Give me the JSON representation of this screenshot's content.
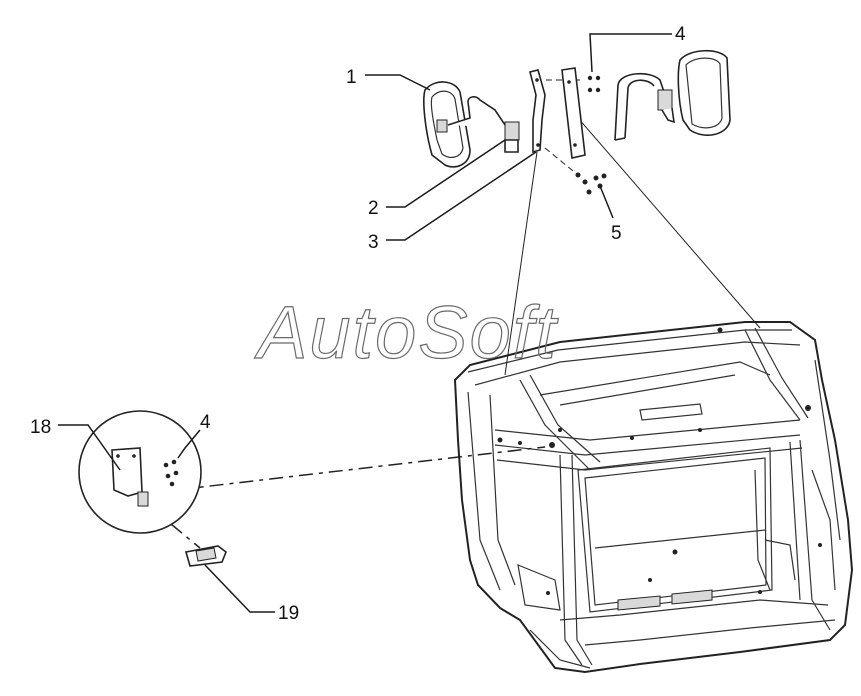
{
  "callouts": {
    "c1": "1",
    "c2": "2",
    "c3": "3",
    "c4_top": "4",
    "c5": "5",
    "c18": "18",
    "c4_left": "4",
    "c19": "19"
  },
  "watermark": "AutoSoft",
  "colors": {
    "line": "#1a1a1a",
    "background": "#ffffff",
    "watermark_stroke": "#6a6a6a"
  }
}
